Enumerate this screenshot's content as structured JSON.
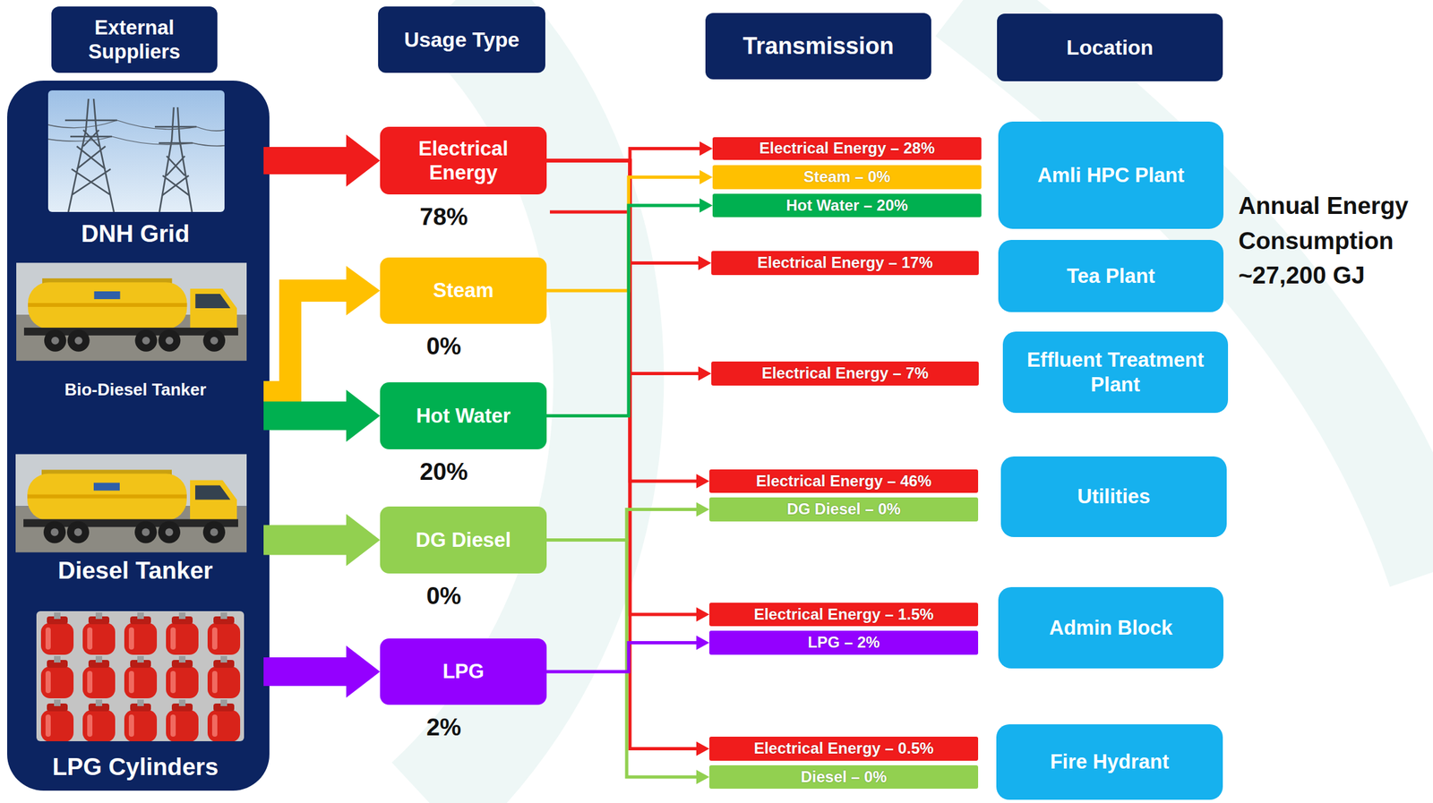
{
  "diagram": {
    "nodes": [
      {
        "text": [
          "External Suppliers"
        ]
      },
      {
        "text": [
          "Usage Type"
        ]
      },
      {
        "text": [
          "Transmission"
        ]
      },
      {
        "text": [
          "Location"
        ]
      },
      {
        "text": [
          "DNH Grid"
        ]
      },
      {
        "text": [
          "Bio-Diesel Tanker"
        ]
      },
      {
        "text": [
          "Diesel Tanker"
        ]
      },
      {
        "text": [
          "LPG Cylinders"
        ]
      },
      {
        "text": [
          "Electrical Energy",
          "78%"
        ]
      },
      {
        "text": [
          "Steam",
          "0%"
        ]
      },
      {
        "text": [
          "Hot Water",
          "20%"
        ]
      },
      {
        "text": [
          "DG Diesel",
          "0%"
        ]
      },
      {
        "text": [
          "LPG",
          "2%"
        ]
      },
      {
        "text": [
          "Electrical Energy – 28%"
        ]
      },
      {
        "text": [
          "Steam – 0%"
        ]
      },
      {
        "text": [
          "Hot Water – 20%"
        ]
      },
      {
        "text": [
          "Electrical Energy – 17%"
        ]
      },
      {
        "text": [
          "Electrical Energy – 7%"
        ]
      },
      {
        "text": [
          "Electrical Energy – 46%"
        ]
      },
      {
        "text": [
          "DG Diesel – 0%"
        ]
      },
      {
        "text": [
          "Electrical Energy – 1.5%"
        ]
      },
      {
        "text": [
          "LPG – 2%"
        ]
      },
      {
        "text": [
          "Electrical Energy – 0.5%"
        ]
      },
      {
        "text": [
          "Diesel – 0%"
        ]
      },
      {
        "text": [
          "Amli HPC Plant"
        ]
      },
      {
        "text": [
          "Tea Plant"
        ]
      },
      {
        "text": [
          "Effluent Treatment Plant"
        ]
      },
      {
        "text": [
          "Utilities"
        ]
      },
      {
        "text": [
          "Admin Block"
        ]
      },
      {
        "text": [
          "Fire Hydrant"
        ]
      }
    ],
    "edges": [
      {
        "from": 4,
        "to": 8,
        "arrow": "to"
      },
      {
        "from": 5,
        "to": 9,
        "arrow": "to"
      },
      {
        "from": 5,
        "to": 10,
        "arrow": "to"
      },
      {
        "from": 6,
        "to": 11,
        "arrow": "to"
      },
      {
        "from": 7,
        "to": 12,
        "arrow": "to"
      },
      {
        "from": 8,
        "to": 13,
        "arrow": "to"
      },
      {
        "from": 8,
        "to": 16,
        "arrow": "to"
      },
      {
        "from": 8,
        "to": 17,
        "arrow": "to"
      },
      {
        "from": 8,
        "to": 18,
        "arrow": "to"
      },
      {
        "from": 8,
        "to": 20,
        "arrow": "to"
      },
      {
        "from": 8,
        "to": 22,
        "arrow": "to"
      },
      {
        "from": 9,
        "to": 14,
        "arrow": "to"
      },
      {
        "from": 10,
        "to": 15,
        "arrow": "to"
      },
      {
        "from": 11,
        "to": 19,
        "arrow": "to"
      },
      {
        "from": 11,
        "to": 23,
        "arrow": "to"
      },
      {
        "from": 12,
        "to": 21,
        "arrow": "to"
      }
    ],
    "labels": [
      "Annual Energy Consumption ~27,200 GJ"
    ]
  }
}
